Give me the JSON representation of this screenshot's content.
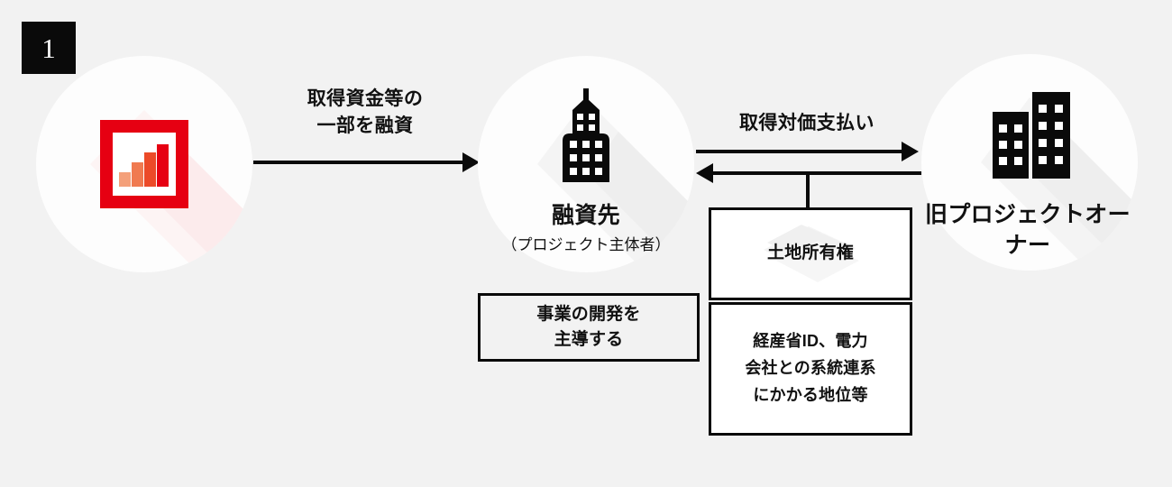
{
  "page": {
    "background_color": "#f2f2f2",
    "text_color": "#111111",
    "accent_color": "#e60012",
    "step_number": "1"
  },
  "nodes": {
    "borrower": {
      "icon": "red-framed-bar-chart-icon",
      "label": ""
    },
    "project_entity": {
      "icon": "skyscraper-building-icon",
      "label_main": "融資先",
      "label_sub": "（プロジェクト主体者）"
    },
    "former_owner": {
      "icon": "two-office-buildings-icon",
      "label_line1": "旧プロジェクトオーナー"
    }
  },
  "arrows": {
    "loan": {
      "caption": "取得資金等の\n一部を融資",
      "direction": "right"
    },
    "payment": {
      "caption": "取得対価支払い",
      "direction": "right"
    },
    "transfer_back": {
      "caption": "",
      "direction": "left"
    }
  },
  "boxes": {
    "lead_development": {
      "text": "事業の開発を\n主導する",
      "fill": "transparent"
    },
    "land_ownership": {
      "text": "土地所有権",
      "fill": "#ffffff",
      "watermark": "land-plot-watermark"
    },
    "grid_status": {
      "text": "経産省ID、電力\n会社との系統連系\nにかかる地位等",
      "fill": "#ffffff"
    }
  },
  "chart_icon": {
    "frame_color": "#e60012",
    "bars": [
      {
        "height_pct": 26,
        "color": "#f4a07a"
      },
      {
        "height_pct": 46,
        "color": "#f07a50"
      },
      {
        "height_pct": 68,
        "color": "#ec4a28"
      },
      {
        "height_pct": 88,
        "color": "#e60012"
      }
    ]
  }
}
